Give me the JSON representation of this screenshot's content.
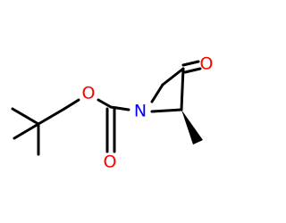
{
  "molecule": {
    "atoms": {
      "oxygen_ester": "O",
      "nitrogen": "N",
      "oxygen_carbonyl_boc": "O",
      "oxygen_ketone": "O"
    },
    "colors": {
      "bond": "#000000",
      "oxygen": "#ff0000",
      "nitrogen": "#0000ff"
    }
  }
}
